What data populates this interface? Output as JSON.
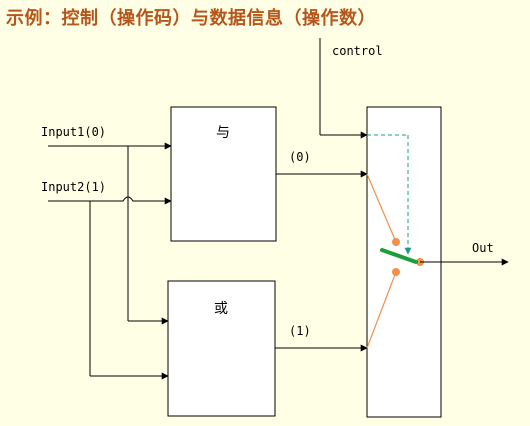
{
  "title": "示例：控制（操作码）与数据信息（操作数）",
  "inputs": [
    "Input1(0)",
    "Input2(1)"
  ],
  "blocks": {
    "and": "与",
    "or": "或"
  },
  "signals": {
    "and_out": "(0)",
    "or_out": "(1)",
    "control": "control",
    "out": "Out"
  },
  "colors": {
    "title": "#B5561D",
    "switch": "#1A9E3A",
    "dashed": "#1A9E8A",
    "node": "#F0904A"
  }
}
